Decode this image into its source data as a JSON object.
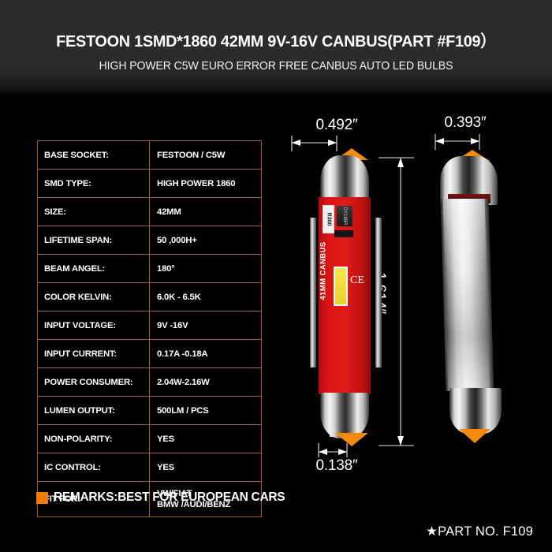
{
  "header": {
    "title": "FESTOON 1SMD*1860 42MM 9V-16V CANBUS(PART #F109）",
    "subtitle": "HIGH POWER C5W EURO ERROR FREE CANBUS AUTO LED BULBS"
  },
  "spec_table": {
    "rows": [
      {
        "key": "BASE SOCKET:",
        "value": "FESTOON / C5W"
      },
      {
        "key": "SMD TYPE:",
        "value": "HIGH POWER 1860"
      },
      {
        "key": "SIZE:",
        "value": " 42MM"
      },
      {
        "key": "LIFETIME SPAN:",
        "value": "50 ,000H+"
      },
      {
        "key": "BEAM ANGEL:",
        "value": "180°"
      },
      {
        "key": "COLOR KELVIN:",
        "value": "6.0K - 6.5K"
      },
      {
        "key": "INPUT VOLTAGE:",
        "value": "9V -16V"
      },
      {
        "key": "INPUT  CURRENT:",
        "value": "0.17A -0.18A"
      },
      {
        "key": "POWER CONSUMER:",
        "value": "2.04W-2.16W"
      },
      {
        "key": "LUMEN OUTPUT:",
        "value": "500LM / PCS"
      },
      {
        "key": "NON-POLARITY:",
        "value": "YES"
      },
      {
        "key": "IC CONTROL:",
        "value": "YES"
      },
      {
        "key": "FIT FOR:",
        "value": "VW/FIAT",
        "value2": "BMW /AUDI/BENZ"
      }
    ],
    "border_color": "#9a5f2c"
  },
  "remarks": {
    "text": "REMARKS:BEST FOR EUROPEAN CARS",
    "marker_color": "#F07C00"
  },
  "part_number": {
    "text": "★PART NO. F109"
  },
  "dimensions": {
    "width_front": "0.492″",
    "width_side": "0.393″",
    "height": "1.614″",
    "tip_width": "0.138″"
  },
  "product": {
    "pcb_label": "41MM  CANBUS",
    "resistor_label": "R300",
    "ic_label": "DY188R",
    "ce_mark": "CΕ",
    "pcb_color": "#d91515",
    "led_color": "#f7e64b",
    "tip_color": "#F58A0B"
  }
}
